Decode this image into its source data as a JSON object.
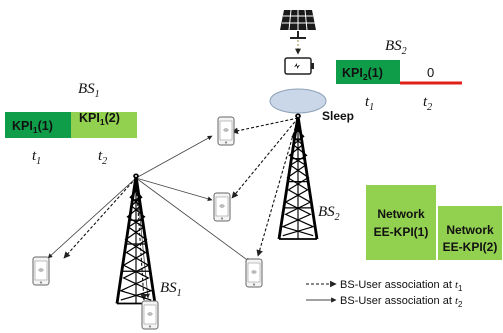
{
  "bs1": {
    "name": "BS",
    "sub": "1",
    "kpi_1": {
      "main": "KPI",
      "sub": "1",
      "arg": "(1)"
    },
    "kpi_2": {
      "main": "KPI",
      "sub": "1",
      "arg": "(2)"
    },
    "time_1": {
      "main": "t",
      "sub": "1"
    },
    "time_2": {
      "main": "t",
      "sub": "2"
    },
    "tower_label": {
      "main": "BS",
      "sub": "1"
    }
  },
  "bs2": {
    "name": "BS",
    "sub": "2",
    "kpi_1": {
      "main": "KPI",
      "sub": "2",
      "arg": "(1)"
    },
    "kpi_2_value": "0",
    "time_1": {
      "main": "t",
      "sub": "1"
    },
    "time_2": {
      "main": "t",
      "sub": "2"
    },
    "tower_label": {
      "main": "BS",
      "sub": "2"
    },
    "state": "Sleep"
  },
  "network": {
    "box_1": {
      "line1": "Network",
      "line2": "EE-KPI(1)"
    },
    "box_2": {
      "line1": "Network",
      "line2": "EE-KPI(2)"
    }
  },
  "legend": {
    "t1": {
      "text": "BS-User association at ",
      "main": "t",
      "sub": "1"
    },
    "t2": {
      "text": "BS-User association at ",
      "main": "t",
      "sub": "2"
    }
  },
  "icons": {
    "solar": "solar-panel-icon",
    "battery": "battery-icon",
    "tower": "cell-tower-icon",
    "phone": "smartphone-icon"
  },
  "colors": {
    "kpi_dark": "#0f9d4a",
    "kpi_light": "#92d050",
    "zero_line": "#e0201b",
    "sleep_disc": "#c9d7e8"
  }
}
